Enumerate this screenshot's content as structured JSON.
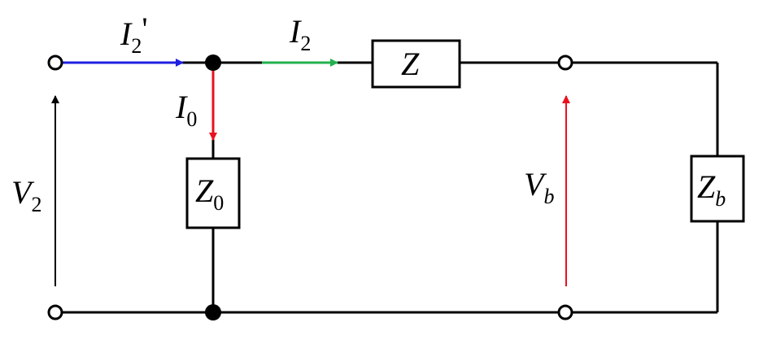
{
  "labels": {
    "i2_prime": {
      "main": "I",
      "sub": "2",
      "suffix": "'"
    },
    "i2": {
      "main": "I",
      "sub": "2"
    },
    "i0": {
      "main": "I",
      "sub": "0"
    },
    "v2": {
      "main": "V",
      "sub": "2"
    },
    "vb": {
      "main": "V",
      "sub": "b"
    },
    "z": {
      "main": "Z"
    },
    "z0": {
      "main": "Z",
      "sub": "0"
    },
    "zb": {
      "main": "Z",
      "sub": "b"
    }
  },
  "colors": {
    "i2_prime_arrow": "#1f1fe0",
    "i2_arrow": "#22b14c",
    "i0_arrow": "#e8101e",
    "vb_arrow": "#e8101e",
    "v2_arrow": "#000000",
    "wire": "#000000"
  }
}
